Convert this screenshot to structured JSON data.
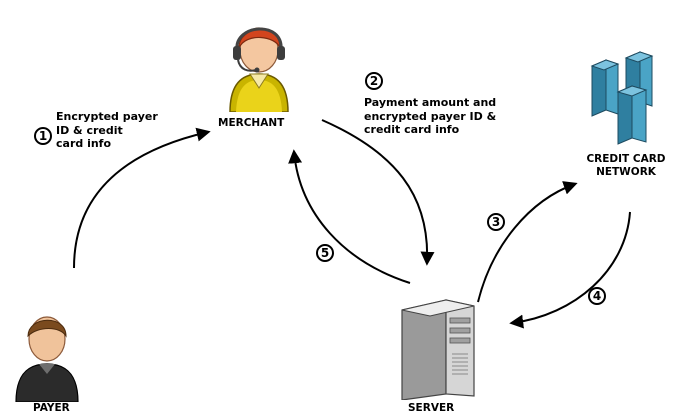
{
  "nodes": {
    "merchant": {
      "label": "MERCHANT"
    },
    "payer": {
      "label": "PAYER"
    },
    "network": {
      "label_line1": "CREDIT CARD",
      "label_line2": "NETWORK"
    },
    "server": {
      "label": "SERVER"
    }
  },
  "steps": [
    {
      "number": "1",
      "lines": [
        "Encrypted payer",
        "ID & credit",
        "card info"
      ]
    },
    {
      "number": "2",
      "lines": [
        "Payment amount and",
        "encrypted payer ID &",
        "credit card info"
      ]
    },
    {
      "number": "3"
    },
    {
      "number": "4"
    },
    {
      "number": "5"
    }
  ],
  "icons": {
    "merchant": "headset-person-icon",
    "payer": "person-icon",
    "network": "server-cluster-icon",
    "server": "server-tower-icon"
  }
}
